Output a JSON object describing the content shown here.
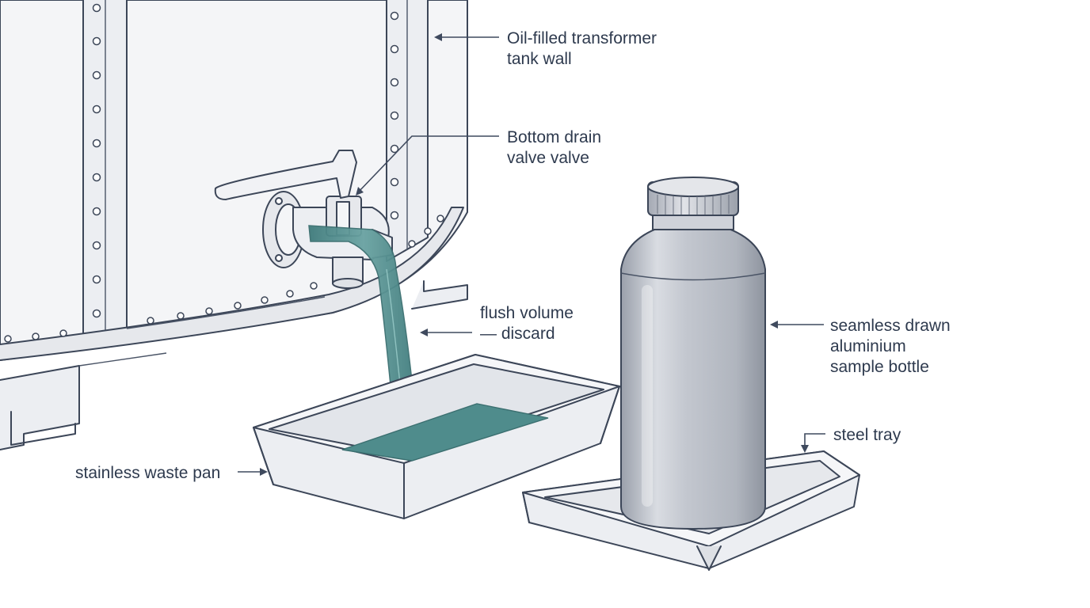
{
  "labels": {
    "tank_wall": [
      "Oil-filled transformer",
      "tank wall"
    ],
    "drain_valve": [
      "Bottom drain",
      "valve valve"
    ],
    "flush_volume": [
      "flush volume",
      "— discard"
    ],
    "sample_bottle": [
      "seamless drawn",
      "aluminium",
      "sample bottle"
    ],
    "steel_tray": [
      "steel tray"
    ],
    "waste_pan": [
      "stainless waste pan"
    ]
  },
  "colors": {
    "oil": "#4f8c8c",
    "metal_fill": "#eceef2",
    "bottle_fill": "#c6cad3",
    "ink": "#3c4658"
  }
}
